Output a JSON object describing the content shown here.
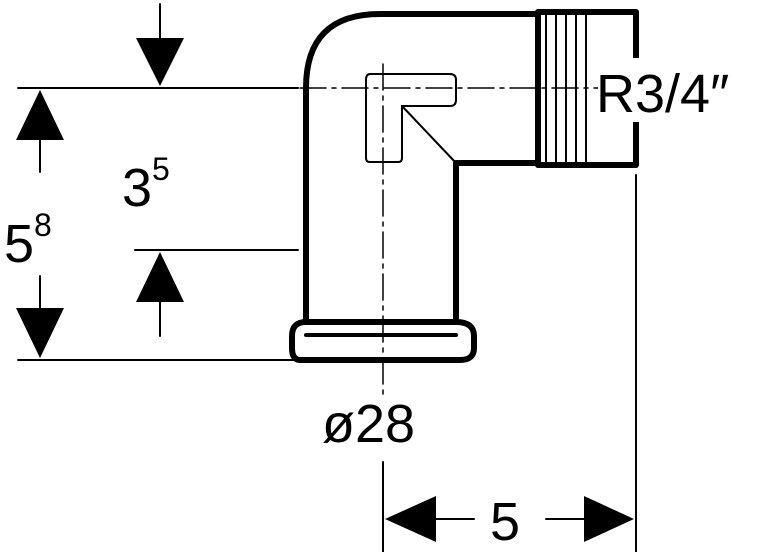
{
  "labels": {
    "thread": "R3/4″",
    "diameter": "ø28",
    "width_dim": "5",
    "height_dim_base": "5",
    "height_dim_sup": "8",
    "offset_dim_base": "3",
    "offset_dim_sup": "5"
  }
}
